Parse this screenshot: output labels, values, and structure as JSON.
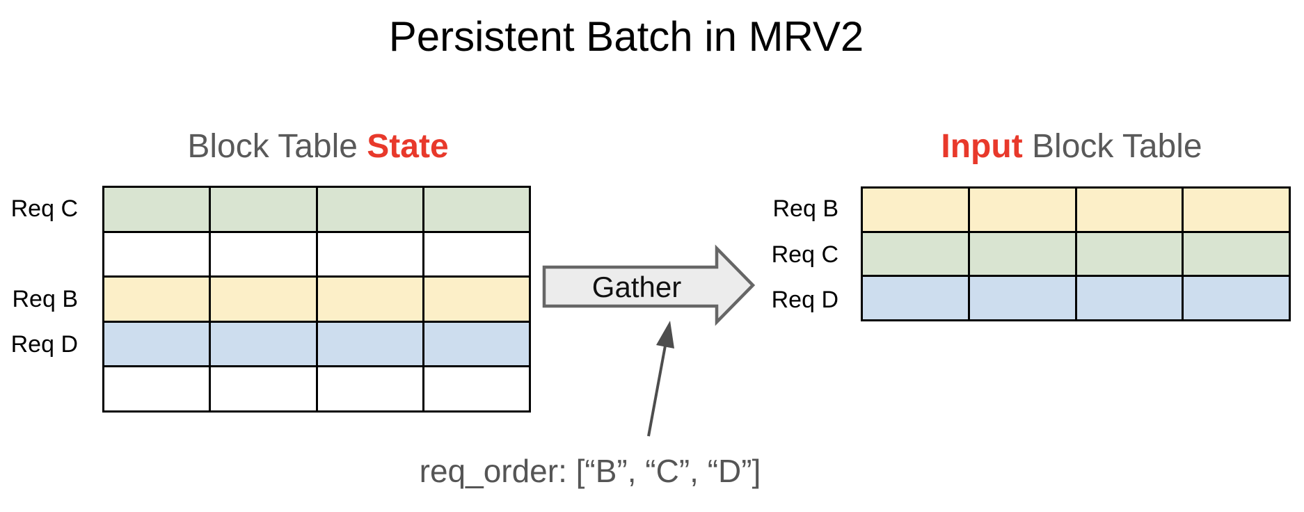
{
  "title": "Persistent Batch in MRV2",
  "colors": {
    "green": "#d9e4d1",
    "yellow": "#fcefc8",
    "blue": "#cdddee",
    "white": "#ffffff",
    "red": "#e8392b",
    "gray_text": "#595959",
    "black_text": "#000000",
    "arrow_fill": "#ececec",
    "arrow_stroke": "#666666",
    "annotation_arrow": "#4d4d4d"
  },
  "left_table": {
    "title_prefix": "Block Table ",
    "title_highlight": "State",
    "columns": 4,
    "rows": [
      {
        "label": "Req C",
        "color": "green"
      },
      {
        "label": "",
        "color": "white"
      },
      {
        "label": "Req B",
        "color": "yellow"
      },
      {
        "label": "Req D",
        "color": "blue"
      },
      {
        "label": "",
        "color": "white"
      }
    ]
  },
  "right_table": {
    "title_highlight": "Input",
    "title_suffix": " Block Table",
    "columns": 4,
    "rows": [
      {
        "label": "Req B",
        "color": "yellow"
      },
      {
        "label": "Req C",
        "color": "green"
      },
      {
        "label": "Req D",
        "color": "blue"
      }
    ]
  },
  "gather": {
    "label": "Gather"
  },
  "annotation": {
    "text": "req_order: [“B”, “C”, “D”]"
  }
}
